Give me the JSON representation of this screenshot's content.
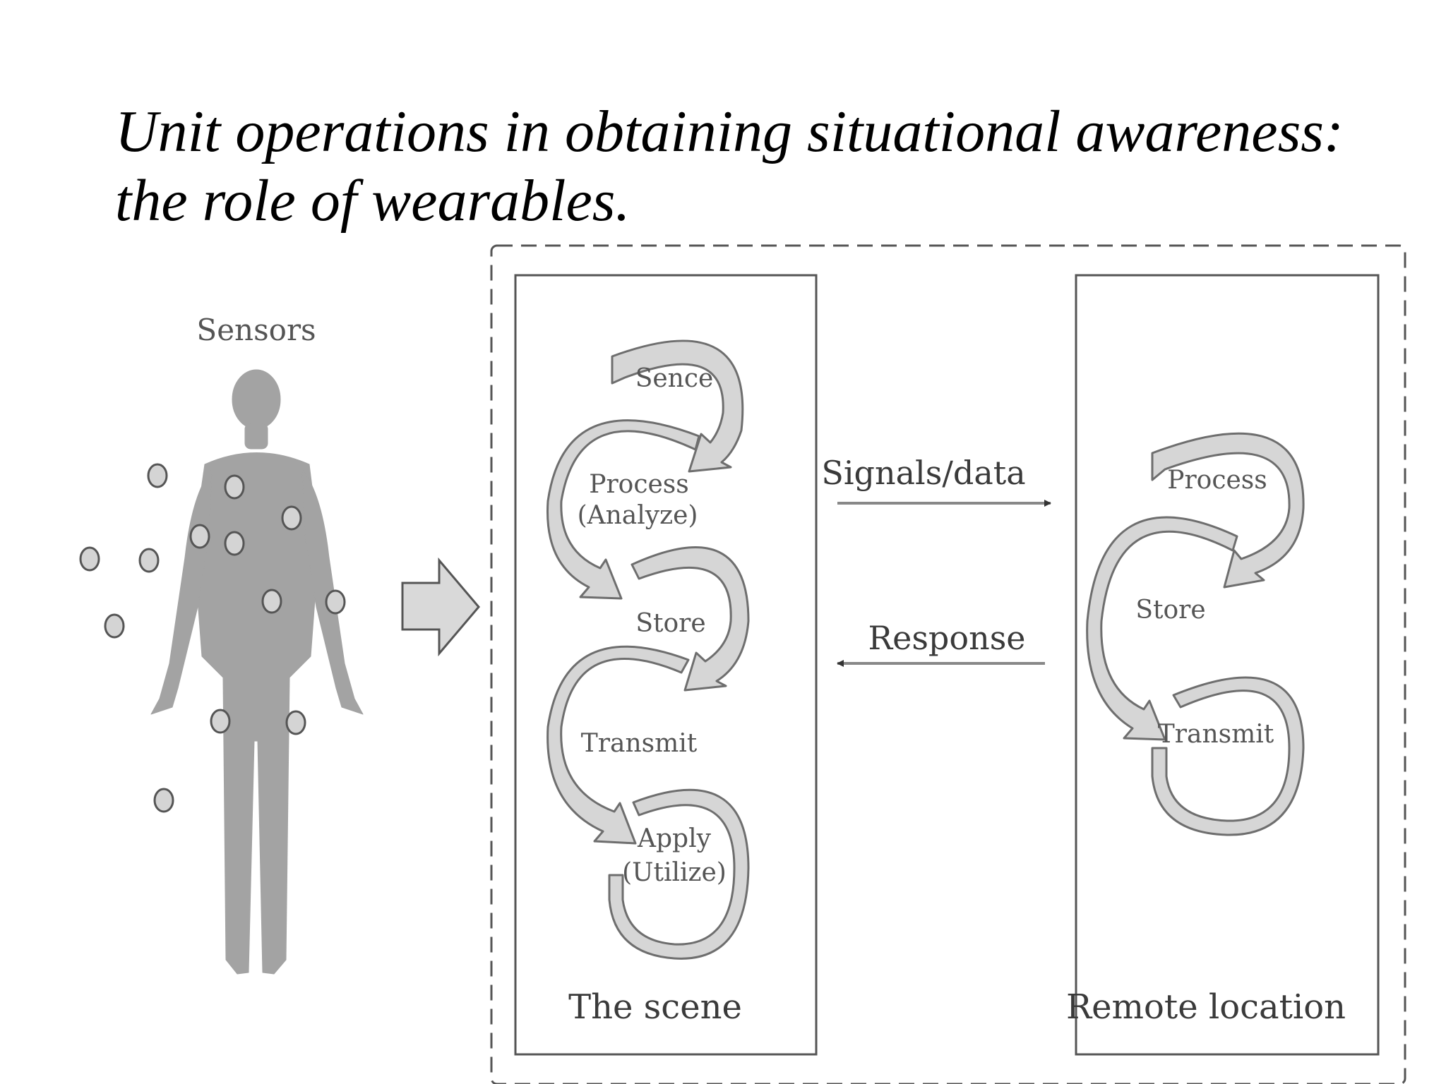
{
  "title": {
    "line1": "Unit operations in obtaining situational awareness:",
    "line2": "the role of wearables."
  },
  "sensors_label": "Sensors",
  "scene": {
    "caption": "The scene",
    "steps": {
      "sense": "Sence",
      "process": "Process",
      "process_sub": "(Analyze)",
      "store": "Store",
      "transmit": "Transmit",
      "apply": "Apply",
      "apply_sub": "(Utilize)"
    }
  },
  "remote": {
    "caption": "Remote location",
    "steps": {
      "process": "Process",
      "store": "Store",
      "transmit": "Transmit"
    }
  },
  "links": {
    "signals": "Signals/data",
    "response": "Response"
  },
  "colors": {
    "silhouette": "#a3a3a3",
    "arrow_fill": "#d6d6d6",
    "arrow_stroke": "#6e6e6e",
    "box_stroke": "#555555"
  }
}
